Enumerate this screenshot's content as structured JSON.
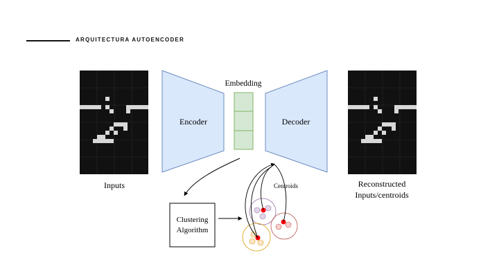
{
  "header": {
    "title": "ARQUITECTURA AUTOENCODER"
  },
  "labels": {
    "embedding": "Embedding",
    "encoder": "Encoder",
    "decoder": "Decoder",
    "inputs": "Inputs",
    "reconstructed_line1": "Reconstructed",
    "reconstructed_line2": "Inputs/centroids",
    "centroids": "Centroids",
    "clustering_line1": "Clustering",
    "clustering_line2": "Algorithm"
  },
  "colors": {
    "encoder_fill": "#dae8fc",
    "encoder_stroke": "#6c8ebf",
    "embedding_fill": "#d5e8d4",
    "embedding_stroke": "#82b366",
    "cluster_purple": "#9673a6",
    "cluster_red": "#b85450",
    "cluster_orange": "#d79b00",
    "centroid_red": "#ff0000"
  }
}
